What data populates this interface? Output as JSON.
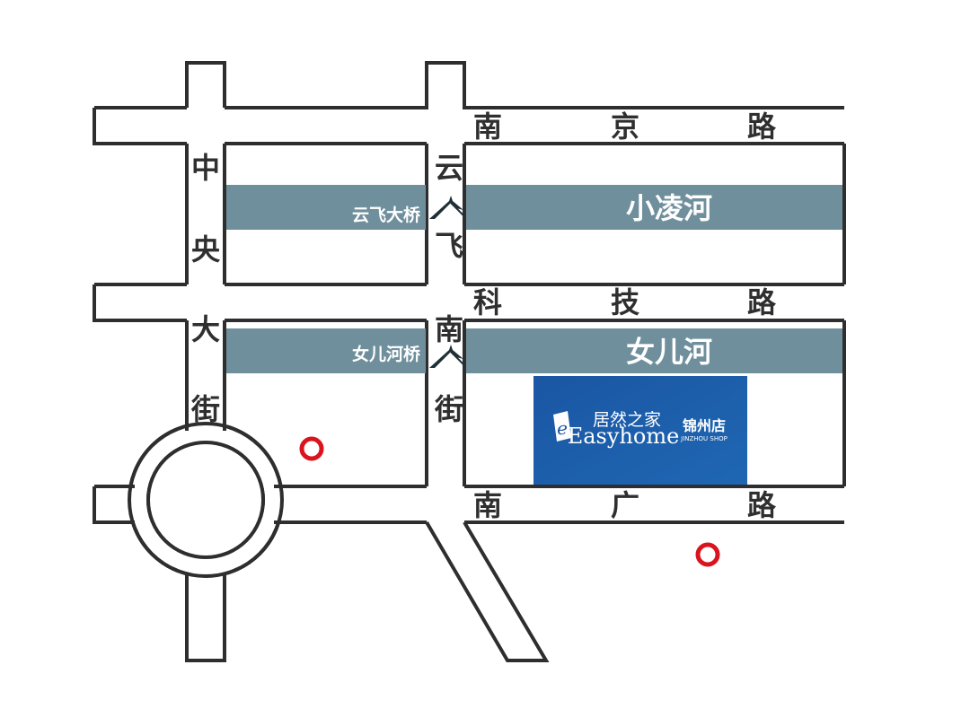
{
  "roads": {
    "nanjing_road": [
      "南",
      "京",
      "路"
    ],
    "keji_road": [
      "科",
      "技",
      "路"
    ],
    "nanguang_road": [
      "南",
      "广",
      "路"
    ],
    "zhongyang_street": [
      "中",
      "央",
      "大",
      "街"
    ],
    "yunfei_south_street": [
      "云",
      "飞",
      "南",
      "街"
    ]
  },
  "rivers": {
    "xiaoling": "小凌河",
    "nuer": "女儿河"
  },
  "bridges": {
    "yunfei": "云飞大桥",
    "nuer": "女儿河桥"
  },
  "store": {
    "brand_cn": "居然之家",
    "brand_en": "Easyhome",
    "branch_cn": "锦州店",
    "branch_en": "JINZHOU SHOP"
  },
  "colors": {
    "road_outline": "#2e2e2e",
    "river": "#6f8f9c",
    "store_block": "#1e5ea8",
    "marker": "#d9141e"
  },
  "icons": [
    "bridge-icon",
    "location-marker-icon",
    "easyhome-logo-icon"
  ]
}
